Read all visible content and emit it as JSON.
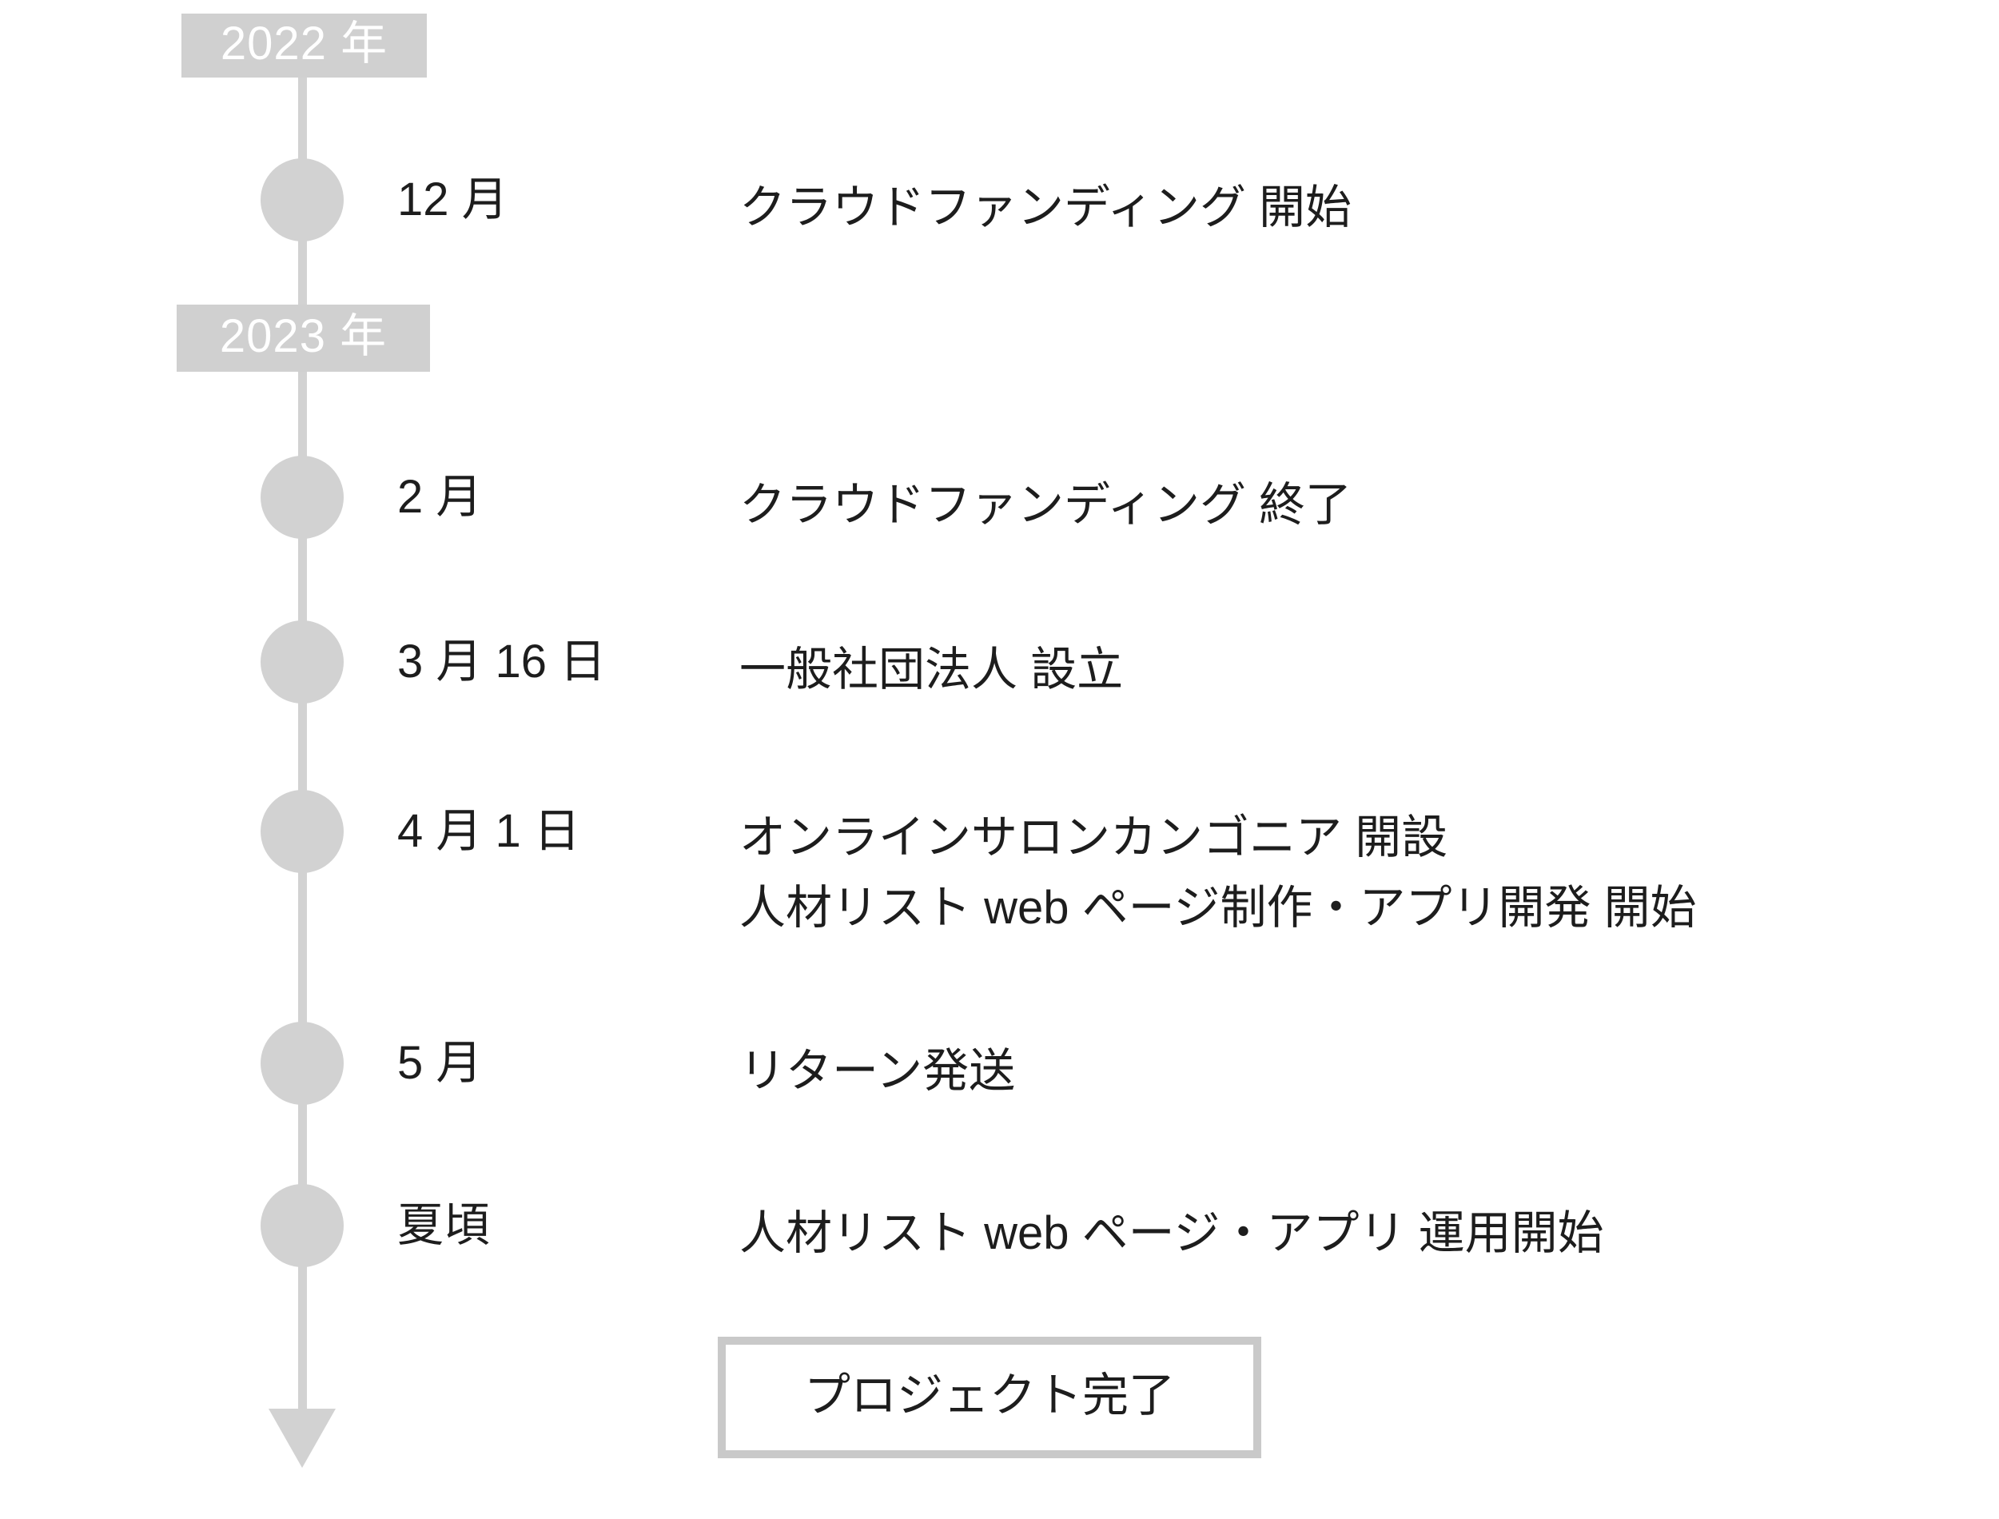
{
  "diagram": {
    "title_type": "project-roadmap-timeline",
    "colors": {
      "spine": "#d2d2d2",
      "node": "#d2d2d2",
      "year_badge_bg": "#d0d0d0",
      "year_badge_text": "#ffffff",
      "text": "#1d1d1d",
      "box_border": "#c9c9c9",
      "background": "#ffffff"
    },
    "years": [
      {
        "id": "y2022",
        "label": "2022 年"
      },
      {
        "id": "y2023",
        "label": "2023 年"
      }
    ],
    "events": [
      {
        "id": "e1",
        "year": "2022",
        "date": "12 月",
        "lines": [
          "クラウドファンディング 開始"
        ]
      },
      {
        "id": "e2",
        "year": "2023",
        "date": "2 月",
        "lines": [
          "クラウドファンディング 終了"
        ]
      },
      {
        "id": "e3",
        "year": "2023",
        "date": "3 月 16 日",
        "lines": [
          "一般社団法人 設立"
        ]
      },
      {
        "id": "e4",
        "year": "2023",
        "date": "4 月 1 日",
        "lines": [
          "オンラインサロンカンゴニア 開設",
          "人材リスト web ページ制作・アプリ開発 開始"
        ]
      },
      {
        "id": "e5",
        "year": "2023",
        "date": "5 月",
        "lines": [
          "リターン発送"
        ]
      },
      {
        "id": "e6",
        "year": "2023",
        "date": "夏頃",
        "lines": [
          "人材リスト web ページ・アプリ 運用開始"
        ]
      }
    ],
    "final_milestone": {
      "label": "プロジェクト完了"
    }
  }
}
